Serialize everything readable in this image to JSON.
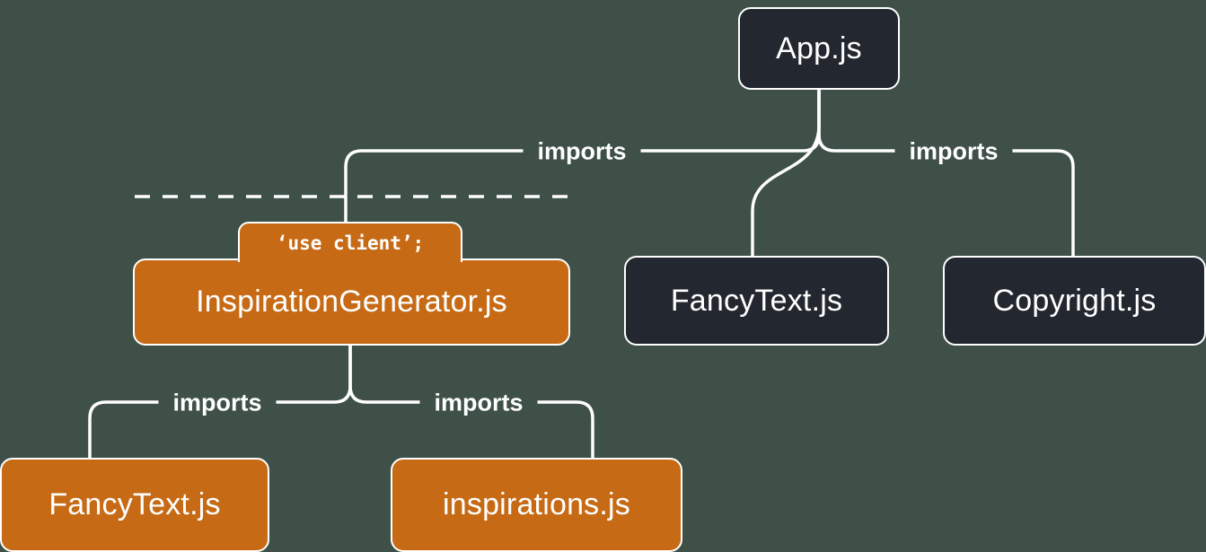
{
  "diagram": {
    "title_hint": "React server/client module import tree",
    "background": "#3e5047",
    "colors": {
      "server_node_bg": "#23272f",
      "client_node_bg": "#c76a15",
      "node_border": "#ffffff",
      "line": "#ffffff",
      "text": "#ffffff"
    },
    "nodes": {
      "app": {
        "label": "App.js",
        "kind": "server"
      },
      "inspiration_generator": {
        "label": "InspirationGenerator.js",
        "kind": "client",
        "directive": "‘use client’;"
      },
      "fancy_text_server": {
        "label": "FancyText.js",
        "kind": "server"
      },
      "copyright": {
        "label": "Copyright.js",
        "kind": "server"
      },
      "fancy_text_client": {
        "label": "FancyText.js",
        "kind": "client"
      },
      "inspirations": {
        "label": "inspirations.js",
        "kind": "client"
      }
    },
    "edge_labels": {
      "app_to_inspiration": "imports",
      "app_to_copyright": "imports",
      "inspiration_to_fancy_text": "imports",
      "inspiration_to_inspirations": "imports"
    }
  }
}
